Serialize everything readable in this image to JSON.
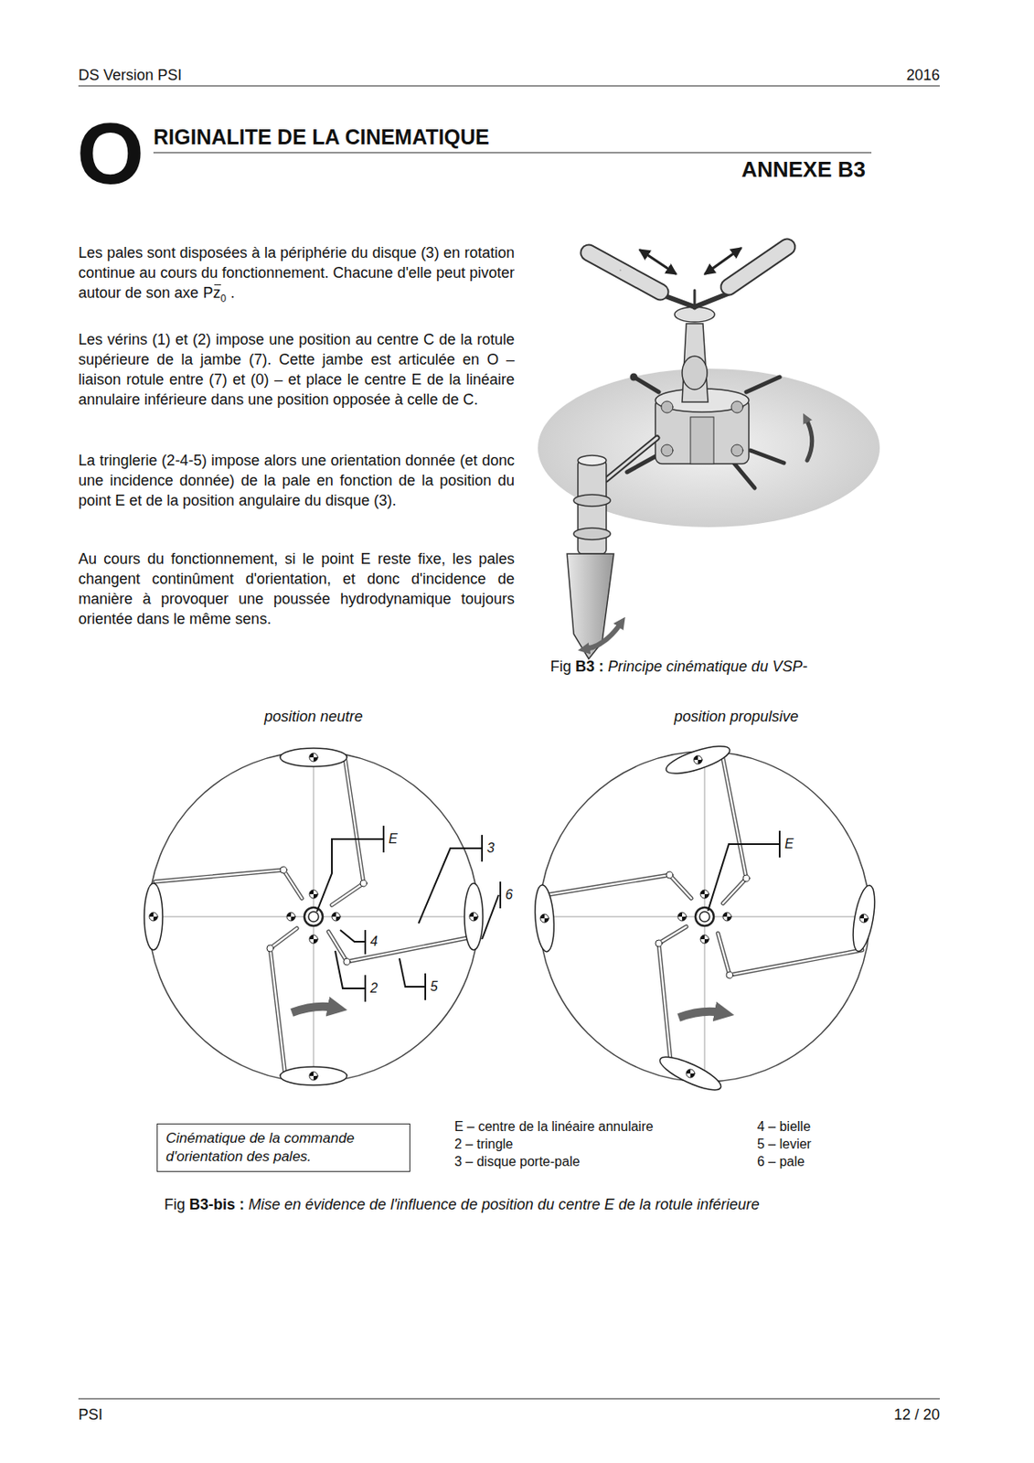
{
  "diagram": {
    "nodes": [
      {
        "text": [
          "Cinématique de la commande d'orientation des pales."
        ]
      }
    ],
    "labels": [
      "DS Version PSI",
      "2016",
      "O",
      "RIGINALITE DE LA CINEMATIQUE",
      "ANNEXE B3",
      "Les pales sont disposées à la périphérie du disque (3) en rotation continue au cours du fonctionnement. Chacune d'elle peut pivoter autour de son axe",
      "P",
      "z",
      "0",
      ".",
      "Les vérins (1) et (2) impose une position au centre C de la rotule supérieure de la jambe (7). Cette jambe est articulée en O –liaison rotule entre (7) et (0) – et place le centre E de la linéaire annulaire inférieure dans une position opposée à celle de C.",
      "La tringlerie (2-4-5) impose alors une orientation donnée (et donc une incidence donnée) de la pale en fonction de la position du point E et de la position angulaire du disque (3).",
      "Au cours du fonctionnement, si le point E reste fixe, les pales changent continûment d'orientation, et donc d'incidence de manière à provoquer une poussée hydrodynamique toujours orientée dans le même sens.",
      "Fig",
      "B3 :",
      "Principe cinématique du VSP-",
      "position neutre",
      "position propulsive",
      "E",
      "3",
      "6",
      "4",
      "2",
      "5",
      "E",
      "E – centre de la linéaire annulaire",
      "2 – tringle",
      "3 – disque porte-pale",
      "4 – bielle",
      "5 – levier",
      "6 – pale",
      "Fig",
      "B3-bis :",
      "Mise en évidence de l'influence de position du centre E de la rotule inférieure",
      "PSI",
      "12 / 20"
    ]
  }
}
